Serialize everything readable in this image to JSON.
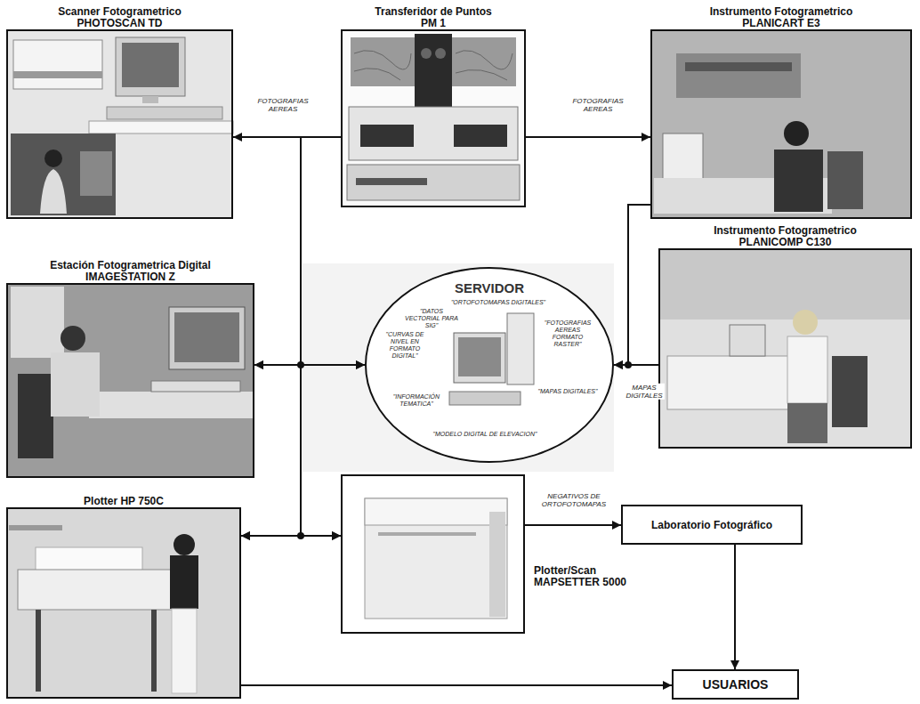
{
  "diagram": {
    "nodes": [
      {
        "text": [
          "Scanner Fotogrametrico PHOTOSCAN TD"
        ]
      },
      {
        "text": [
          "Transferidor de Puntos PM 1"
        ]
      },
      {
        "text": [
          "Instrumento Fotogrametrico PLANICART E3"
        ]
      },
      {
        "text": [
          "Estación Fotogrametrica Digital IMAGESTATION Z"
        ]
      },
      {
        "text": [
          "SERVIDOR",
          "\"ORTOFOTOMAPAS DIGITALES\"",
          "\"DATOS VECTORIAL PARA SIG\"",
          "\"CURVAS DE NIVEL EN FORMATO DIGITAL\"",
          "\"FOTOGRAFIAS AEREAS FORMATO RASTER\"",
          "\"MAPAS DIGITALES\"",
          "\"INFORMACIÓN TEMATICA\"",
          "\"MODELO DIGITAL DE ELEVACION\""
        ]
      },
      {
        "text": [
          "Instrumento Fotogrametrico PLANICOMP C130"
        ]
      },
      {
        "text": [
          "Plotter HP 750C"
        ]
      },
      {
        "text": [
          "Plotter/Scan MAPSETTER 5000"
        ]
      },
      {
        "text": [
          "Laboratorio Fotográfico"
        ]
      },
      {
        "text": [
          "USUARIOS"
        ]
      }
    ],
    "edges": [
      {
        "from": 1,
        "to": 0,
        "label": "FOTOGRAFIAS AEREAS",
        "arrow": "to"
      },
      {
        "from": 1,
        "to": 2,
        "label": "FOTOGRAFIAS AEREAS",
        "arrow": "to"
      },
      {
        "from": 0,
        "to": 3,
        "arrow": "to"
      },
      {
        "from": 0,
        "to": 4,
        "arrow": "to"
      },
      {
        "from": 3,
        "to": 4,
        "arrow": "both"
      },
      {
        "from": 4,
        "to": 6,
        "arrow": "to"
      },
      {
        "from": 4,
        "to": 7,
        "arrow": "to"
      },
      {
        "from": 3,
        "to": 6,
        "arrow": "to"
      },
      {
        "from": 3,
        "to": 7,
        "arrow": "to"
      },
      {
        "from": 2,
        "to": 4,
        "arrow": "to"
      },
      {
        "from": 5,
        "to": 4,
        "label": "MAPAS DIGITALES",
        "arrow": "to"
      },
      {
        "from": 7,
        "to": 8,
        "label": "NEGATIVOS DE ORTOFOTOMAPAS",
        "arrow": "to"
      },
      {
        "from": 8,
        "to": 9,
        "arrow": "to"
      },
      {
        "from": 6,
        "to": 9,
        "arrow": "to"
      }
    ]
  }
}
